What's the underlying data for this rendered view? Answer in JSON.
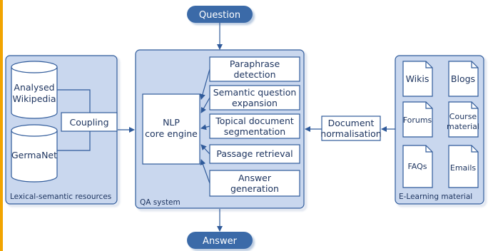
{
  "question": "Question",
  "answer": "Answer",
  "left_panel": {
    "title": "Lexical-semantic resources",
    "db1": [
      "Analysed",
      "Wikipedia"
    ],
    "db2": "GermaNet",
    "coupling": "Coupling"
  },
  "qa_panel": {
    "title": "QA system",
    "core": [
      "NLP",
      "core engine"
    ],
    "modules": [
      [
        "Paraphrase",
        "detection"
      ],
      [
        "Semantic question",
        "expansion"
      ],
      [
        "Topical document",
        "segmentation"
      ],
      [
        "Passage retrieval"
      ],
      [
        "Answer",
        "generation"
      ]
    ]
  },
  "normalisation": [
    "Document",
    "normalisation"
  ],
  "right_panel": {
    "title": "E-Learning material",
    "docs": [
      [
        "Wikis"
      ],
      [
        "Blogs"
      ],
      [
        "Forums"
      ],
      [
        "Course",
        "material"
      ],
      [
        "FAQs"
      ],
      [
        "Emails"
      ]
    ]
  },
  "colors": {
    "panel_fill": "#c9d7ee",
    "stroke": "#2f5a9a",
    "pill": "#3a6aa8",
    "left_accent": "#f2a400"
  }
}
